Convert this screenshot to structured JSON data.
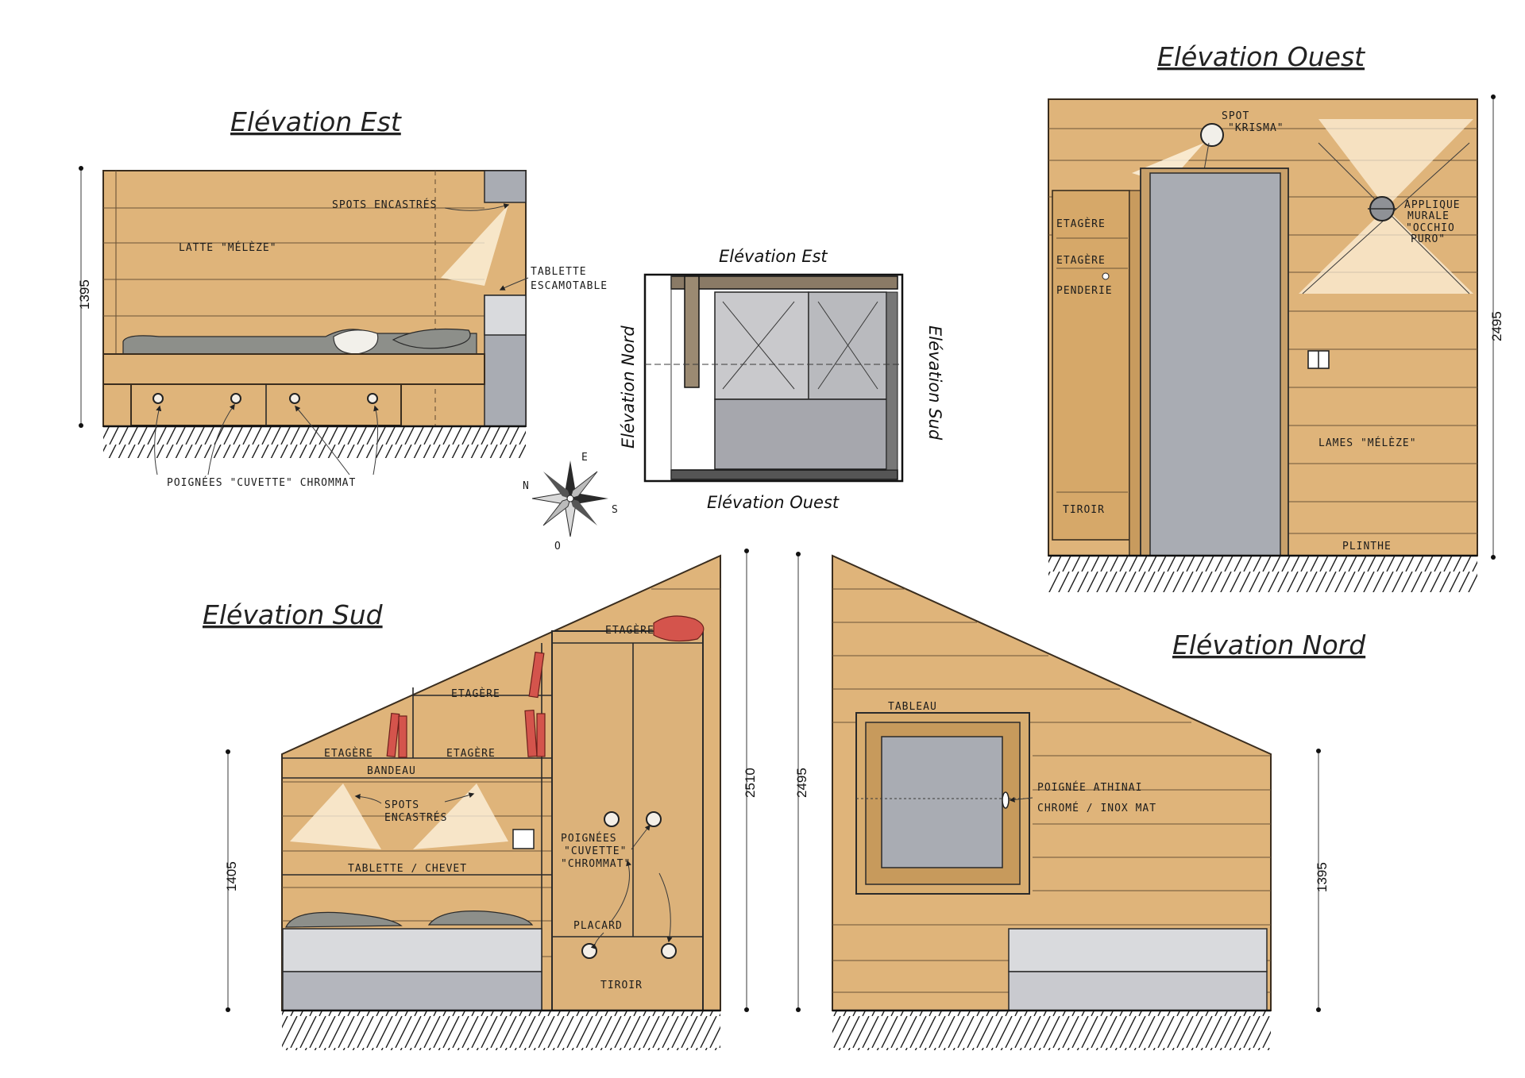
{
  "views": {
    "est": {
      "title": "Elévation Est",
      "dim_height": "1395",
      "labels": {
        "spots": "SPOTS ENCASTRÉS",
        "latte": "LATTE \"MÉLÈZE\"",
        "tablette_1": "TABLETTE",
        "tablette_2": "ESCAMOTABLE",
        "poignees": "POIGNÉES \"CUVETTE\" CHROMMAT"
      }
    },
    "ouest": {
      "title": "Elévation Ouest",
      "dim_height": "2495",
      "labels": {
        "spot_1": "SPOT",
        "spot_2": "\"KRISMA\"",
        "applique_1": "APPLIQUE",
        "applique_2": "MURALE",
        "applique_3": "\"OCCHIO",
        "applique_4": "PURO\"",
        "etagere_1": "ETAGÈRE",
        "etagere_2": "ETAGÈRE",
        "penderie": "PENDERIE",
        "lames": "LAMES \"MÉLÈZE\"",
        "tiroir": "TIROIR",
        "plinthe": "PLINTHE"
      }
    },
    "sud": {
      "title": "Elévation Sud",
      "dim_left": "1405",
      "dim_right": "2510",
      "labels": {
        "etagere_top": "ETAGÈRE",
        "etagere_mid": "ETAGÈRE",
        "etagere_left": "ETAGÈRE",
        "etagere_right": "ETAGÈRE",
        "bandeau": "BANDEAU",
        "spots_1": "SPOTS",
        "spots_2": "ENCASTRÉS",
        "tablette": "TABLETTE / CHEVET",
        "poignees_1": "POIGNÉES",
        "poignees_2": "\"CUVETTE\"",
        "poignees_3": "\"CHROMMAT\"",
        "placard": "PLACARD",
        "tiroir": "TIROIR"
      }
    },
    "nord": {
      "title": "Elévation Nord",
      "dim_left": "2495",
      "dim_right": "1395",
      "labels": {
        "tableau": "TABLEAU",
        "poignee_1": "POIGNÉE ATHINAI",
        "poignee_2": "CHROMÉ / INOX MAT"
      }
    }
  },
  "plan": {
    "label_top": "Elévation Est",
    "label_bottom": "Elévation Ouest",
    "label_left": "Elévation Nord",
    "label_right": "Elévation Sud"
  },
  "compass": {
    "n": "N",
    "e": "E",
    "s": "S",
    "o": "O"
  },
  "colors": {
    "wood": "#dfb47a",
    "grey": "#a9acb3",
    "red_books": "#d4544c",
    "ink": "#2a2a2a"
  }
}
